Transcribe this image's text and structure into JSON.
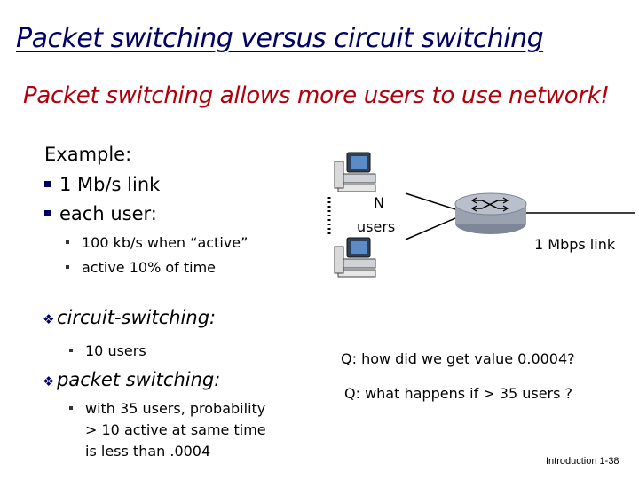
{
  "slide": {
    "title": "Packet switching versus circuit switching",
    "subtitle": "Packet switching allows more users to use network!",
    "example": {
      "heading": "Example:",
      "items": [
        "1 Mb/s link",
        "each user:"
      ],
      "subitems": [
        "100 kb/s when “active”",
        "active 10% of time"
      ]
    },
    "circuit": {
      "heading": "circuit-switching:",
      "item": "10 users"
    },
    "packet": {
      "heading": "packet switching:",
      "item_lines": [
        "with 35 users, probability",
        "> 10 active at same time",
        "is less than .0004"
      ]
    },
    "diagram": {
      "n_label": "N",
      "users_label": "users",
      "link_label": "1 Mbps link"
    },
    "questions": [
      "Q: how did we get value 0.0004?",
      "Q: what happens if > 35 users ?"
    ],
    "footer": "Introduction 1-38"
  },
  "colors": {
    "title": "#000066",
    "subtitle": "#b0000b",
    "router": "#9aa2b0"
  },
  "icons": [
    "desktop-computer-icon",
    "router-icon",
    "vertical-dots-icon"
  ]
}
